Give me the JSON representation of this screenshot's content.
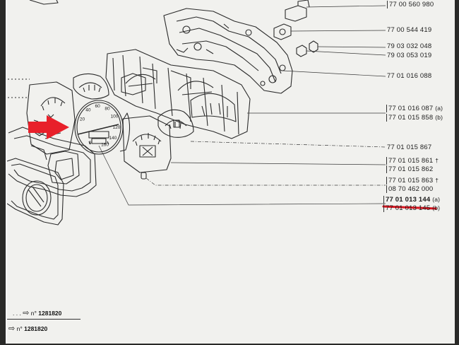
{
  "part_numbers": [
    {
      "text": "77 00 560 980",
      "suffix": ""
    },
    {
      "text": "77 00 544 419",
      "suffix": ""
    },
    {
      "text": "79 03 032 048",
      "suffix": ""
    },
    {
      "text": "79 03 053 019",
      "suffix": ""
    },
    {
      "text": "77 01 016 088",
      "suffix": ""
    },
    {
      "text": "77 01 016 087",
      "suffix": "(a)"
    },
    {
      "text": "77 01 015 858",
      "suffix": "(b)"
    },
    {
      "text": "77 01 015 867",
      "suffix": ""
    },
    {
      "text": "77 01 015 861",
      "suffix": "†"
    },
    {
      "text": "77 01 015 862",
      "suffix": ""
    },
    {
      "text": "77 01 015 863",
      "suffix": "†"
    },
    {
      "text": "08 70 462 000",
      "suffix": ""
    },
    {
      "text": "77 01 013 144",
      "suffix": "(a)"
    },
    {
      "text": "77 01 013 145",
      "suffix": "(b)"
    }
  ],
  "footer": [
    {
      "prefix": ". . .",
      "arrow": "⇨",
      "label": "n°",
      "number": "1281820"
    },
    {
      "prefix": "",
      "arrow": "⇨",
      "label": "n°",
      "number": "1281820"
    }
  ],
  "speedometer": {
    "ticks": [
      "20",
      "40",
      "60",
      "80",
      "100",
      "120",
      "140",
      "160",
      "0"
    ]
  },
  "colors": {
    "highlight_arrow": "#e8202a",
    "underline": "#d8141e",
    "ink": "#2b2b2b"
  }
}
